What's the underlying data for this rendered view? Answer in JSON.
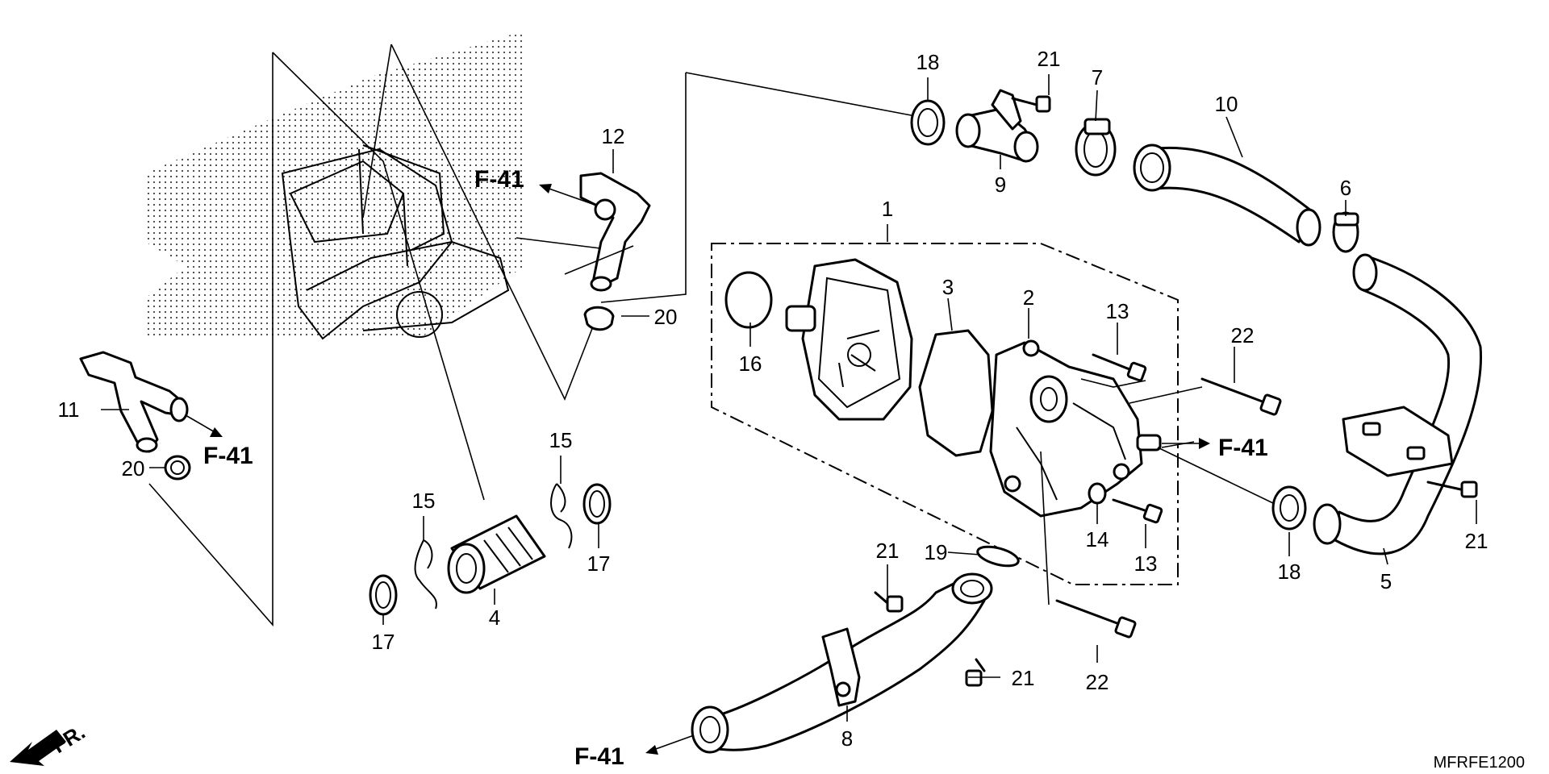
{
  "diagram": {
    "code": "MFRFE1200",
    "front_label": "FR.",
    "ref_labels": [
      "F-41",
      "F-41",
      "F-41",
      "F-41"
    ],
    "callouts": [
      "1",
      "2",
      "3",
      "4",
      "5",
      "6",
      "7",
      "8",
      "9",
      "10",
      "11",
      "12",
      "13",
      "13",
      "14",
      "15",
      "15",
      "16",
      "17",
      "17",
      "18",
      "18",
      "19",
      "20",
      "20",
      "21",
      "21",
      "21",
      "21",
      "22",
      "22"
    ]
  }
}
